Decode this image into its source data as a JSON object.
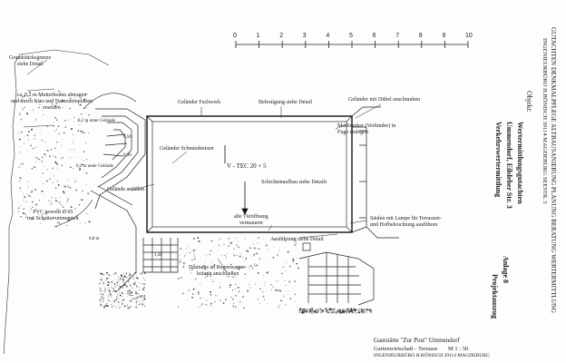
{
  "scale_bar": {
    "ticks": [
      "0",
      "1",
      "2",
      "3",
      "4",
      "5",
      "6",
      "7",
      "8",
      "9",
      "10"
    ]
  },
  "labels": {
    "grundstueck": [
      "Grundstücksgrenze",
      "siehe Detail"
    ],
    "mutterboden": [
      "ca. 0,2 m Mutterboden abtragen",
      "und durch Kies und Natursteinplatten",
      "ersetzen"
    ],
    "gelaender_fachwerk": "Geländer Fachwerk",
    "befestigung": "Befestigung siehe Detail",
    "gelaender_duebel": "Geländer mit Dübel anschrauben",
    "maueranker": [
      "Maueranker (Verbinder) in",
      "Fuge einlegen"
    ],
    "gelaender_schmiede": "Geländer Schmiedeeisen",
    "gelaende_anfuellen": "Gelände anfüllen",
    "vtec": "V - TEC 20 + 5",
    "schichten": "Schichtenaufbau siehe Details",
    "pvc": [
      "PVC gewellt Ø 65",
      "mit Schotter ummantelt"
    ],
    "tueroeffnung": [
      "alte Türöffnung",
      "vermauern"
    ],
    "saeulen": [
      "Säulen mit Lampe für Terrassen-",
      "und Hofbeleuchtung ausführen"
    ],
    "ausfuehrung": "Ausführung siehe Detail",
    "drainage": [
      "Drainage an Regenwasser-",
      "leitung anschließen"
    ],
    "g1": "0,2 m unter Gelände",
    "g2": "0,2 m unter Gelände",
    "d1": "0,50",
    "d2": "0,30",
    "d3": "0,8 m",
    "d4": "1,20"
  },
  "title_block": {
    "name": "Gaststätte \"Zur Post\" Ummendorf",
    "sub": "Gartenwirtschaft - Terrasse",
    "scale": "M 1 : 50",
    "office": "INGENIEURBÜRO H.BÖNISCH 39114 MAGDEBURG"
  },
  "side_column": {
    "firm_line1": "GUTACHTEN DENKMALPFLEGE ALTBAUSANIERUNG PLANUNG BERATUNG WERTERMITTLUNG",
    "firm_line2": "INGENIEURBÜRO H.BÖNISCH 39114 MAGDEBURG SEESTR. 5",
    "objekt_label": "Objekt:",
    "objekt_title": "Wertermittlungsgutachten",
    "address": "Ummendorf, Eilsleber Str. 3",
    "value_type": "Verkehrswertermittlung",
    "anlage": "Anlage 8",
    "projekt": "Projektauszug"
  }
}
